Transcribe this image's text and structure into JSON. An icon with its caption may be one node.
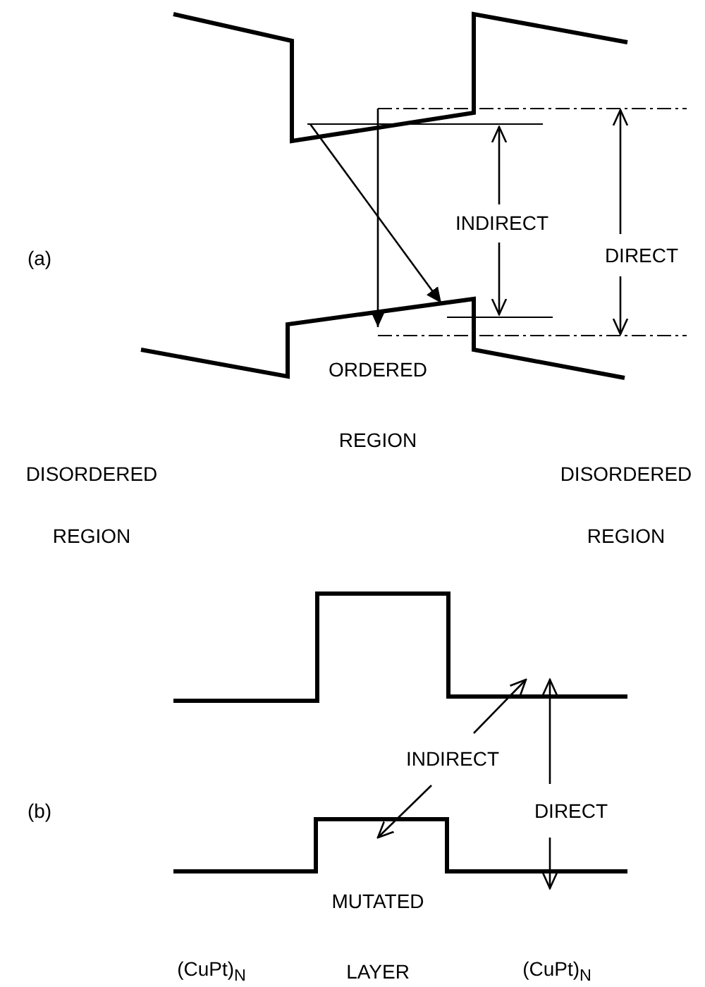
{
  "diagram": {
    "labels": [
      "(a)",
      "INDIRECT",
      "DIRECT",
      "ORDERED REGION",
      "DISORDERED REGION",
      "DISORDERED REGION",
      "(b)",
      "INDIRECT",
      "DIRECT",
      "MUTATED LAYER",
      "(CuPt)$_{N}$",
      "(CuPt)$_{N}$"
    ]
  }
}
